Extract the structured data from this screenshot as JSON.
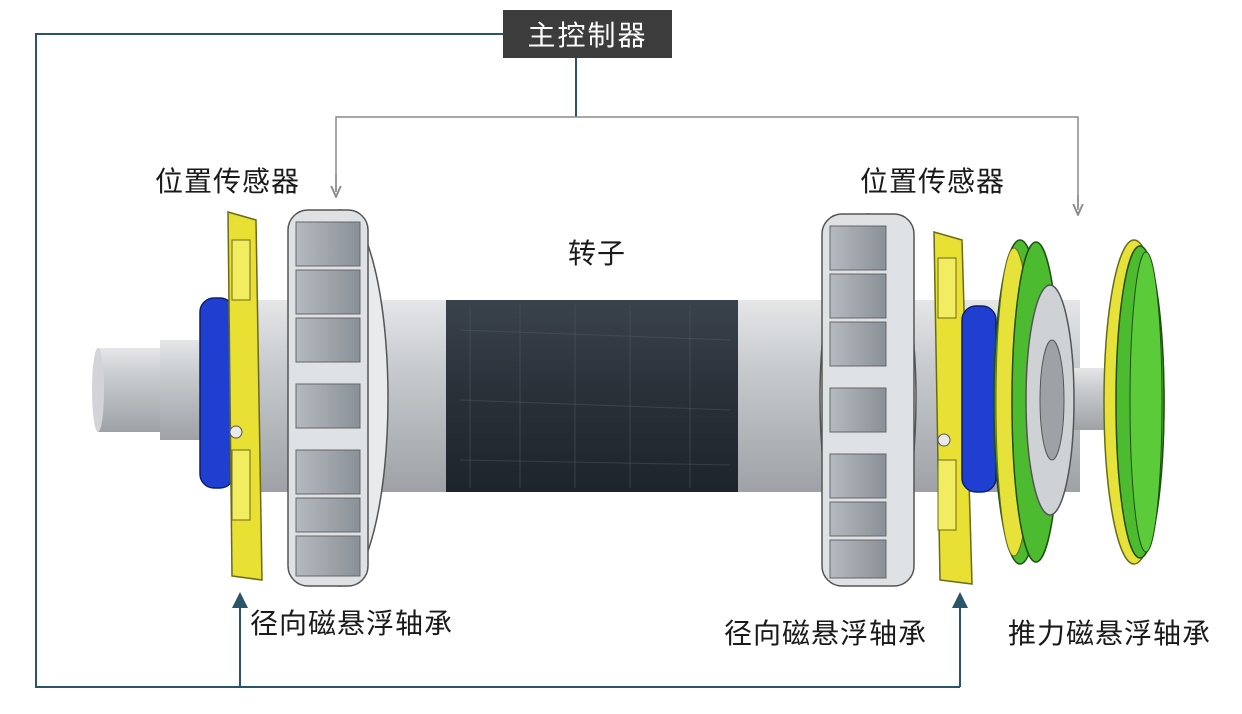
{
  "labels": {
    "controller": "主控制器",
    "sensor_left": "位置传感器",
    "sensor_right": "位置传感器",
    "rotor": "转子",
    "radial_bearing_left": "径向磁悬浮轴承",
    "radial_bearing_right": "径向磁悬浮轴承",
    "thrust_bearing": "推力磁悬浮轴承"
  },
  "colors": {
    "line": "#2a5568",
    "arrow_gray": "#8a8a8a",
    "shaft": "#c7c9cc",
    "sleeve": "#2a3038",
    "stator_block": "#9aa0a7",
    "sensor_ring": "#e8e033",
    "blue_ring": "#1f3fd1",
    "thrust_green": "#4cbb2f",
    "thrust_yellow": "#e6e23a",
    "controller_bg": "#3c3c3c"
  }
}
